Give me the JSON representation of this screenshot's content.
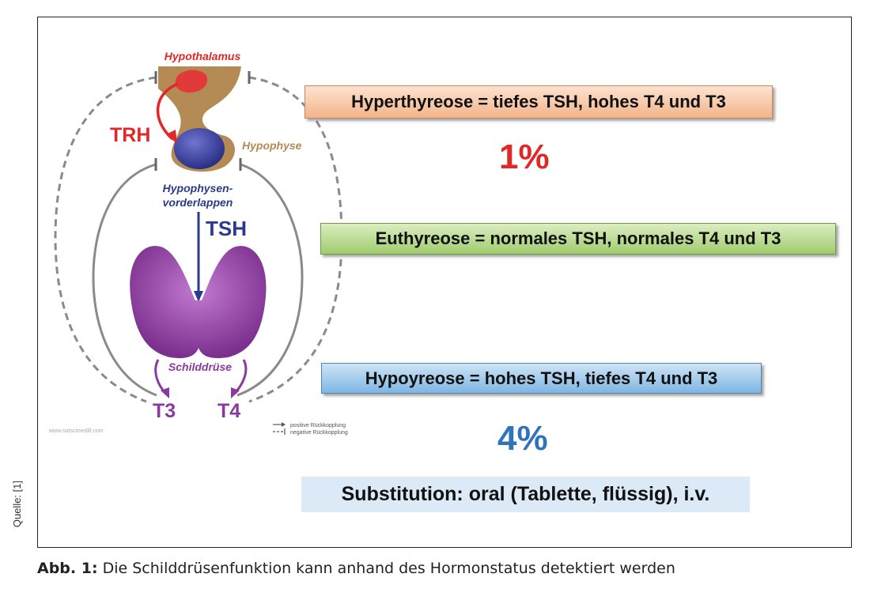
{
  "diagram": {
    "hypothalamus": "Hypothalamus",
    "trh": "TRH",
    "hypophyse": "Hypophyse",
    "hypophysen_line1": "Hypophysen-",
    "hypophysen_line2": "vorderlappen",
    "tsh": "TSH",
    "schilddruese": "Schilddrüse",
    "t3": "T3",
    "t4": "T4",
    "watermark": "www.natscimedill.com",
    "legend_positive": "positive Rückkopplung",
    "legend_negative": "negative Rückkopplung"
  },
  "boxes": {
    "hyperthyreose": "Hyperthyreose = tiefes TSH, hohes T4 und T3",
    "hyperthyreose_pct": "1%",
    "euthyreose": "Euthyreose = normales TSH, normales T4 und T3",
    "hypothyreose": "Hypoyreose = hohes TSH, tiefes T4 und T3",
    "hypothyreose_pct": "4%",
    "substitution": "Substitution: oral (Tablette, flüssig), i.v."
  },
  "source": "Quelle: [1]",
  "caption": {
    "label": "Abb. 1:",
    "text": " Die Schilddrüsenfunktion kann anhand des Hormonstatus detektiert werden"
  },
  "colors": {
    "red": "#e12727",
    "brown": "#b48a55",
    "navy": "#2b3a8c",
    "purple": "#8a3a9c",
    "hyper_box": "#f2b48a",
    "eu_box": "#9fcc6c",
    "hypo_box": "#7fb6e2",
    "subst_box": "#dce9f7",
    "blue_pct": "#2f74ba"
  }
}
